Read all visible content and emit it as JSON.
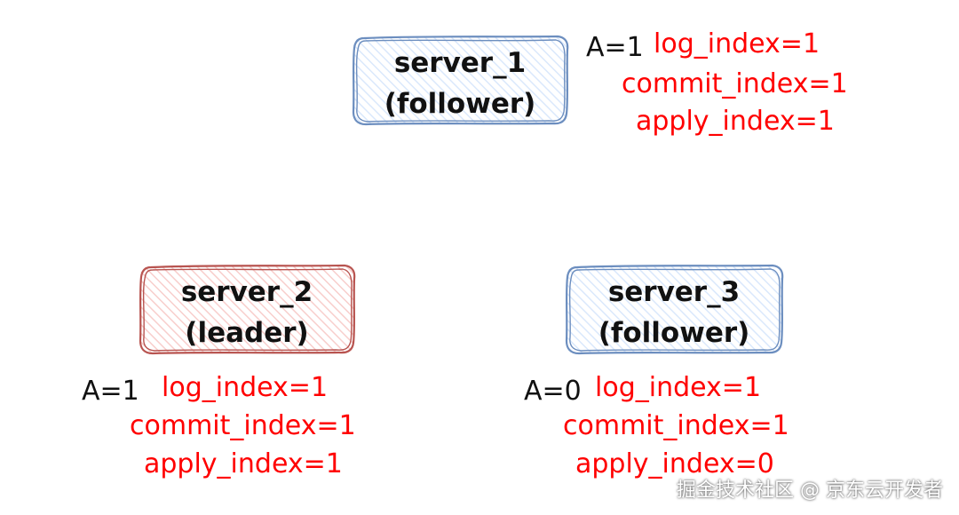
{
  "colors": {
    "follower_stroke": "#6c8ebf",
    "follower_fill": "#dae8fc",
    "leader_stroke": "#b85450",
    "leader_fill": "#f8cecc",
    "state_text": "#111111",
    "index_text": "#ff0000"
  },
  "servers": [
    {
      "id": "server_1",
      "name": "server_1",
      "role": "(follower)",
      "state": "A=1",
      "log_index": "log_index=1",
      "commit_index": "commit_index=1",
      "apply_index": "apply_index=1"
    },
    {
      "id": "server_2",
      "name": "server_2",
      "role": "(leader)",
      "state": "A=1",
      "log_index": "log_index=1",
      "commit_index": "commit_index=1",
      "apply_index": "apply_index=1"
    },
    {
      "id": "server_3",
      "name": "server_3",
      "role": "(follower)",
      "state": "A=0",
      "log_index": "log_index=1",
      "commit_index": "commit_index=1",
      "apply_index": "apply_index=0"
    }
  ],
  "watermark": "掘金技术社区 @ 京东云开发者"
}
